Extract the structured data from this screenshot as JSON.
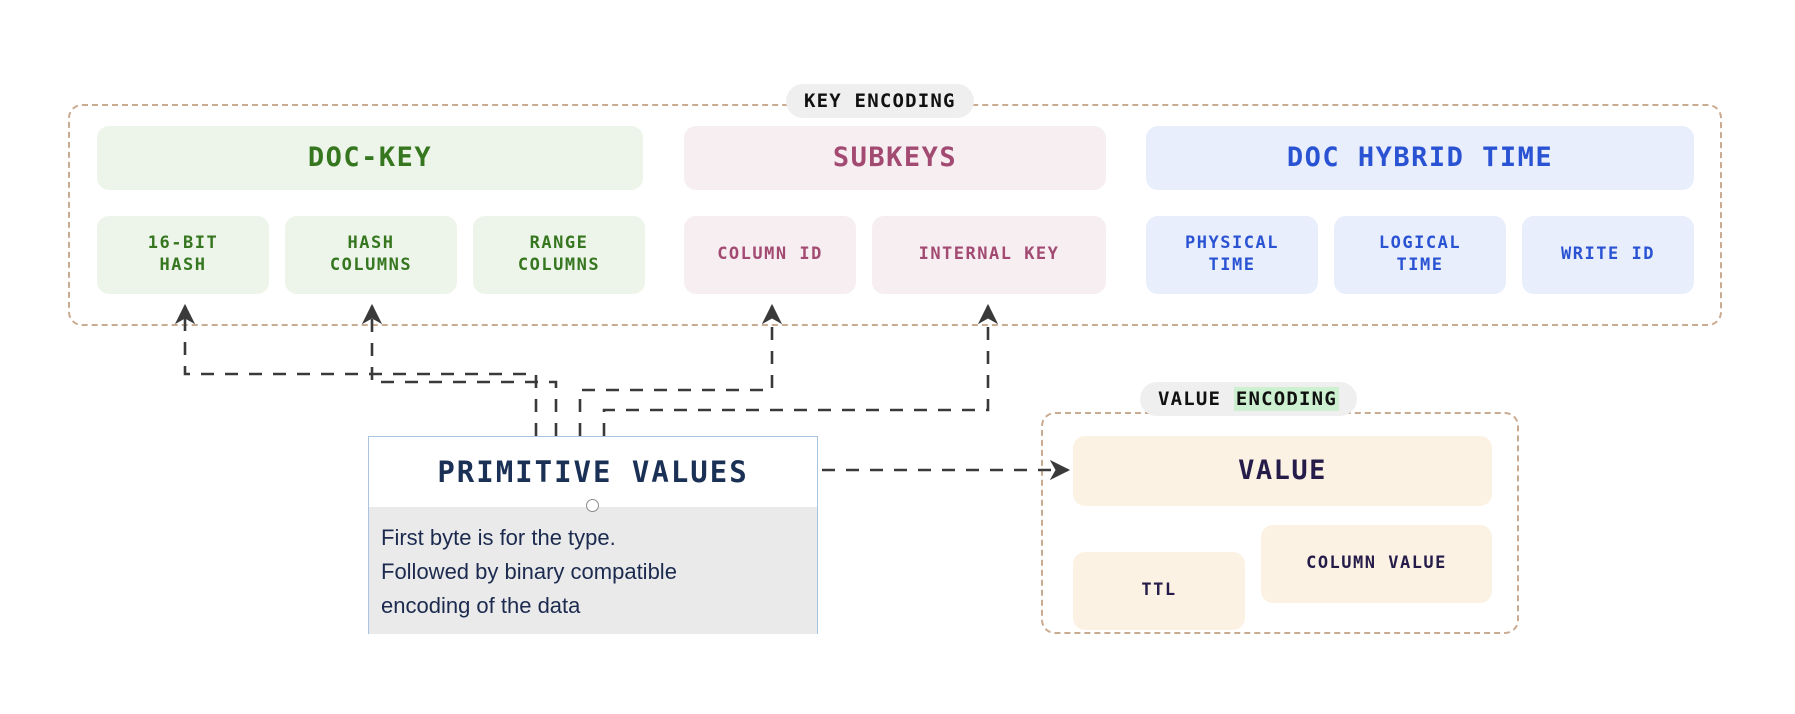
{
  "diagram": {
    "title_key": "KEY ENCODING",
    "title_value_prefix": "VALUE ",
    "title_value_highlight": "ENCODING",
    "colors": {
      "green_bg": "#edf5ea",
      "green_fg": "#35761f",
      "pink_bg": "#f6eef1",
      "pink_fg": "#a34a72",
      "blue_bg": "#e8eefb",
      "blue_fg": "#2a53d4",
      "cream_bg": "#fbf2e4",
      "cream_fg": "#251c4a",
      "group_border": "#c9ab92",
      "pill_bg": "#efefef",
      "highlight_green": "#cdf0d1",
      "note_border": "#a9c4e3",
      "note_body_bg": "#eaeaea",
      "note_title_fg": "#1b3055",
      "connector": "#3a3a3a"
    }
  },
  "key_encoding": {
    "label": "KEY ENCODING",
    "doc_key": {
      "header": "DOC-KEY",
      "leaves": [
        {
          "label": "16-BIT\nHASH"
        },
        {
          "label": "HASH\nCOLUMNS"
        },
        {
          "label": "RANGE\nCOLUMNS"
        }
      ]
    },
    "subkeys": {
      "header": "SUBKEYS",
      "leaves": [
        {
          "label": "COLUMN ID"
        },
        {
          "label": "INTERNAL KEY"
        }
      ]
    },
    "doc_hybrid_time": {
      "header": "DOC HYBRID TIME",
      "leaves": [
        {
          "label": "PHYSICAL\nTIME"
        },
        {
          "label": "LOGICAL\nTIME"
        },
        {
          "label": "WRITE ID"
        }
      ]
    }
  },
  "value_encoding": {
    "label_prefix": "VALUE ",
    "label_highlight": "ENCODING",
    "header": "VALUE",
    "leaves": [
      {
        "label": "TTL"
      },
      {
        "label": "COLUMN VALUE"
      }
    ]
  },
  "primitive_values": {
    "title": "PRIMITIVE VALUES",
    "body": "First byte is for the type.\nFollowed by binary compatible\nencoding of the data"
  }
}
